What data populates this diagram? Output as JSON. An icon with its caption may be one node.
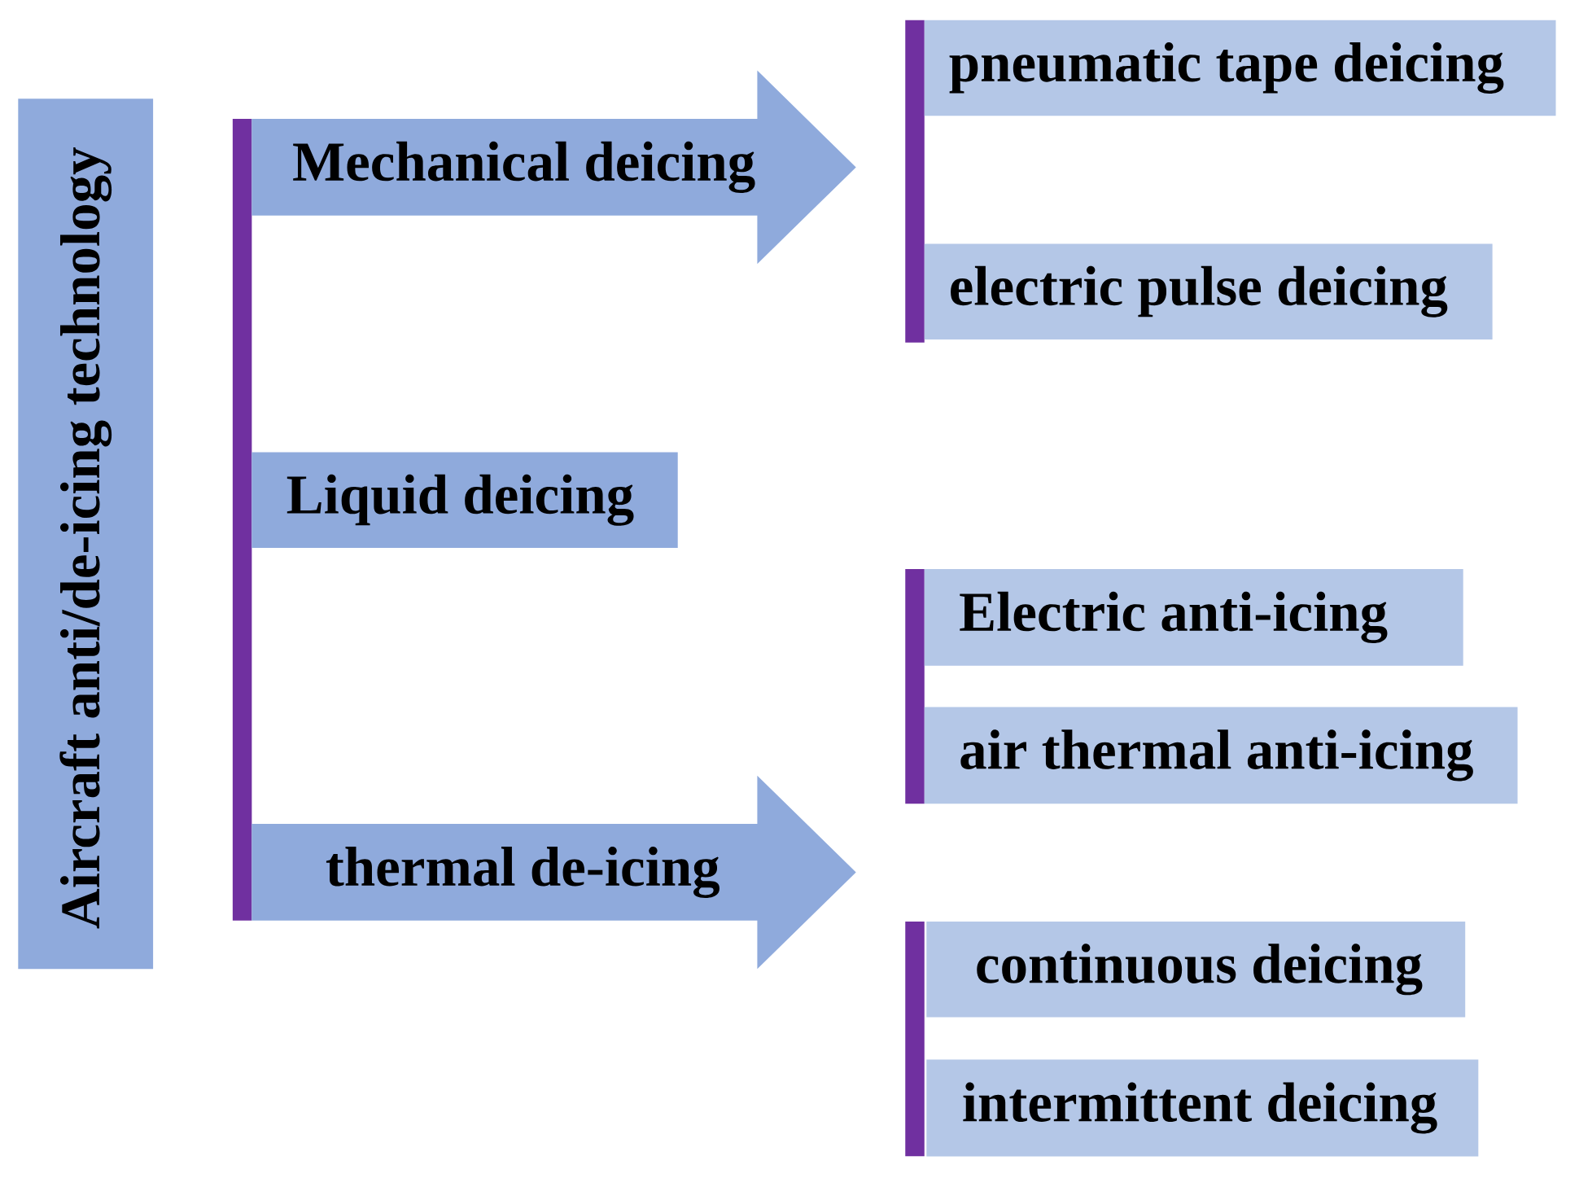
{
  "diagram": {
    "nodes": [
      {
        "text": [
          "Aircraft anti/de-icing technology"
        ]
      },
      {
        "text": [
          "Mechanical deicing"
        ]
      },
      {
        "text": [
          "Liquid deicing"
        ]
      },
      {
        "text": [
          "thermal de-icing"
        ]
      },
      {
        "text": [
          "pneumatic tape deicing"
        ]
      },
      {
        "text": [
          "electric pulse deicing"
        ]
      },
      {
        "text": [
          "Electric anti-icing"
        ]
      },
      {
        "text": [
          "air thermal anti-icing"
        ]
      },
      {
        "text": [
          "continuous deicing"
        ]
      },
      {
        "text": [
          "intermittent deicing"
        ]
      },
      {
        "text": [],
        "shape": "bar"
      },
      {
        "text": [],
        "shape": "bar"
      },
      {
        "text": [],
        "shape": "bar"
      },
      {
        "text": [],
        "shape": "bar"
      }
    ]
  }
}
